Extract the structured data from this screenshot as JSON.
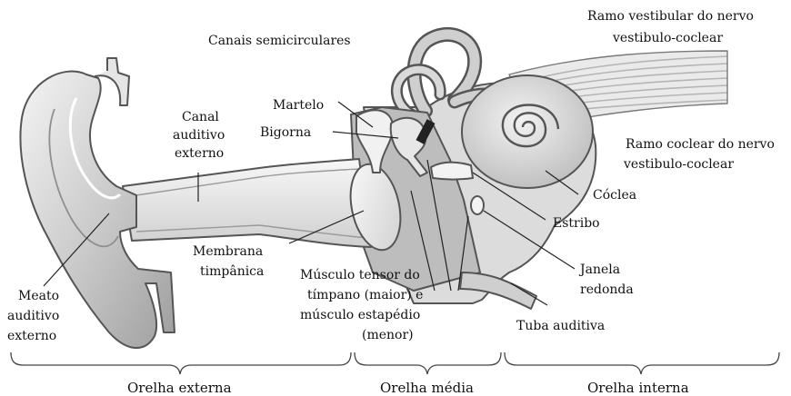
{
  "labels": {
    "canais": "Canais semicirculares",
    "ramo_vestibular_1": "Ramo vestibular do nervo",
    "ramo_vestibular_2": "vestibulo-coclear",
    "martelo": "Martelo",
    "bigorna": "Bigorna",
    "canal_1": "Canal",
    "canal_2": "auditivo",
    "canal_3": "externo",
    "ramo_coclear_1": "Ramo coclear do nervo",
    "ramo_coclear_2": "vestibulo-coclear",
    "coclea": "Cóclea",
    "estribo": "Estribo",
    "membrana_1": "Membrana",
    "membrana_2": "timpânica",
    "janela_1": "Janela",
    "janela_2": "redonda",
    "musculo_1": "Músculo tensor do",
    "musculo_2": "tímpano (maior) e",
    "musculo_3": "músculo estapédio",
    "musculo_4": "(menor)",
    "meato_1": "Meato",
    "meato_2": "auditivo",
    "meato_3": "externo",
    "tuba": "Tuba auditiva"
  },
  "regions": {
    "externa": "Orelha externa",
    "media": "Orelha média",
    "interna": "Orelha interna"
  },
  "colors": {
    "outline": "#555555",
    "tissue": "#d6d6d6",
    "tissue_dark": "#9a9a9a",
    "bone": "#e9e9e9",
    "canal_fill": "#ededed",
    "leader": "#222222",
    "bracket": "#444444"
  }
}
